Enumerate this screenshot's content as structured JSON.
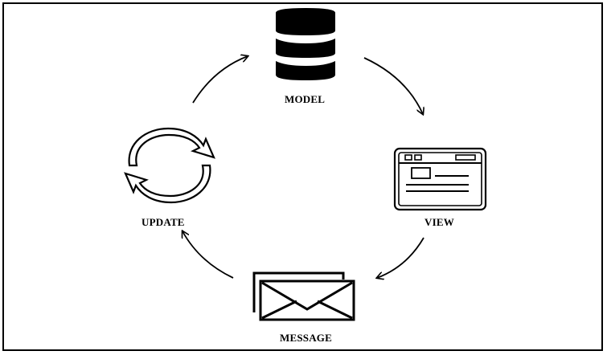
{
  "diagram": {
    "nodes": [
      {
        "id": "model",
        "label": "MODEL",
        "icon": "database-icon"
      },
      {
        "id": "view",
        "label": "VIEW",
        "icon": "browser-window-icon"
      },
      {
        "id": "message",
        "label": "MESSAGE",
        "icon": "envelope-icon"
      },
      {
        "id": "update",
        "label": "UPDATE",
        "icon": "refresh-cycle-icon"
      }
    ],
    "edges": [
      {
        "from": "model",
        "to": "view"
      },
      {
        "from": "view",
        "to": "message"
      },
      {
        "from": "message",
        "to": "update"
      },
      {
        "from": "update",
        "to": "model"
      }
    ]
  }
}
